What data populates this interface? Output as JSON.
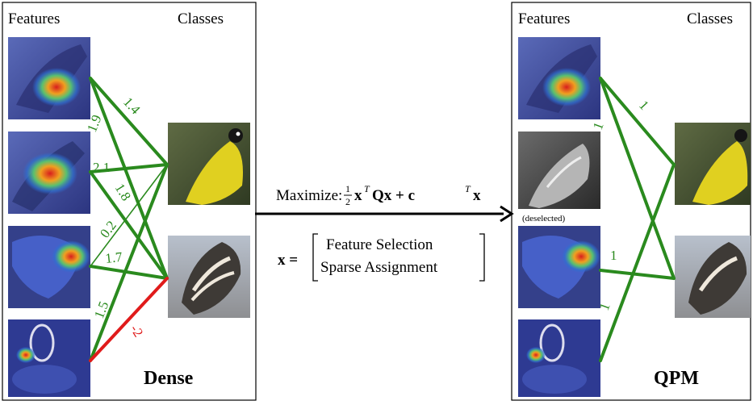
{
  "left_panel": {
    "features_header": "Features",
    "classes_header": "Classes",
    "title": "Dense",
    "weights": [
      "1.4",
      "1.9",
      "2.1",
      "1.8",
      "0.2",
      "1.7",
      "1.5",
      "-2"
    ]
  },
  "middle": {
    "objective_prefix": "Maximize:",
    "objective_half": "1",
    "objective_den": "2",
    "objective_body": "x",
    "objective_T": "T",
    "objective_Q": "Qx + c",
    "objective_T2": "T",
    "objective_end": "x",
    "x_label": "x =",
    "bracket_line1": "Feature Selection",
    "bracket_line2": "Sparse Assignment"
  },
  "right_panel": {
    "features_header": "Features",
    "classes_header": "Classes",
    "title": "QPM",
    "deselected_label": "(deselected)",
    "weights": [
      "1",
      "1",
      "1",
      "1"
    ]
  },
  "colors": {
    "positive_edge": "#2a8a1e",
    "negative_edge": "#e01b1b",
    "heat_hot": "#e0302a",
    "bird_blue": "#3a4aa0"
  },
  "icons": [
    "bird-heatmap-image",
    "warbler-yellow-image",
    "warbler-striped-image",
    "grayscale-bird-image",
    "duck-heatmap-image",
    "arrow-right-icon"
  ]
}
